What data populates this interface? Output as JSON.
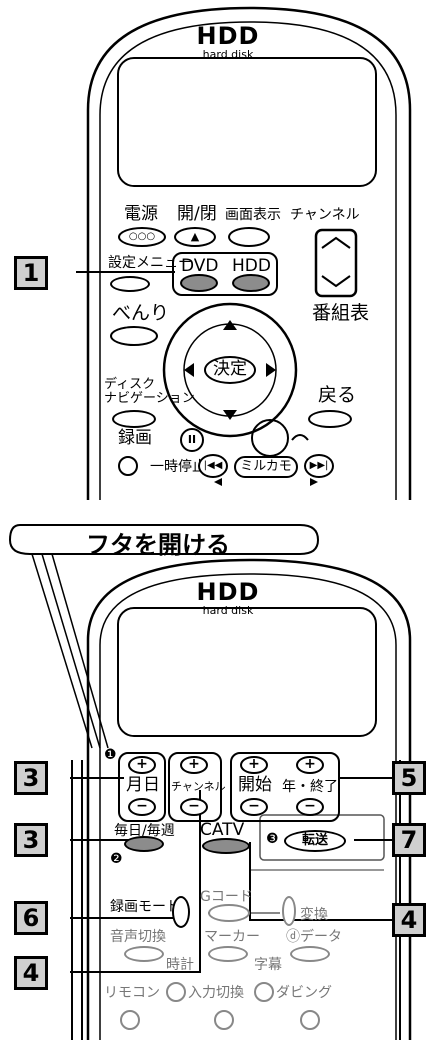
{
  "top_remote": {
    "logo": "HDD",
    "logo_sub": "hard disk",
    "power_label": "電源",
    "power_btn_glyph": "○○○",
    "open_close_label": "開/閉",
    "open_close_glyph": "▲",
    "display_label": "画面表示",
    "channel_label": "チャンネル",
    "setup_label": "設定メニュー",
    "dvd_label": "DVD",
    "hdd_label": "HDD",
    "benri_label": "べんり",
    "program_guide_label": "番組表",
    "enter_label": "決定",
    "disc_nav_label": "ディスク\nナビゲーション",
    "back_label": "戻る",
    "rec_label": "録画",
    "pause_label": "一時停止",
    "pause_glyph": "II",
    "mirukamo_label": "ミルカモ",
    "skip_back_glyph": "|◀◀",
    "skip_fwd_glyph": "▶▶|"
  },
  "banner": {
    "text": "フタを開ける"
  },
  "bottom_remote": {
    "logo": "HDD",
    "logo_sub": "hard disk",
    "monthday_label": "月日",
    "channel_label": "チャンネル",
    "start_label": "開始",
    "year_end_label": "年・終了",
    "plus": "+",
    "minus": "−",
    "daily_weekly_label": "毎日/毎週",
    "catv_label": "CATV",
    "transfer_label": "転送",
    "rec_mode_label": "録画モード",
    "gcode_label": "Gコード",
    "convert_label": "変換",
    "audio_switch_label": "音声切換",
    "marker_label": "マーカー",
    "d_data_label": "ⓓデータ",
    "clock_label": "時計",
    "subtitle_label": "字幕",
    "remocon_label": "リモコン",
    "input_switch_label": "入力切換",
    "dubbing_label": "ダビング",
    "step2": "❷",
    "step3": "❸",
    "step1": "❶"
  },
  "callouts": {
    "c1": "1",
    "c3a": "3",
    "c3b": "3",
    "c6": "6",
    "c4a": "4",
    "c5": "5",
    "c7": "7",
    "c4b": "4"
  }
}
